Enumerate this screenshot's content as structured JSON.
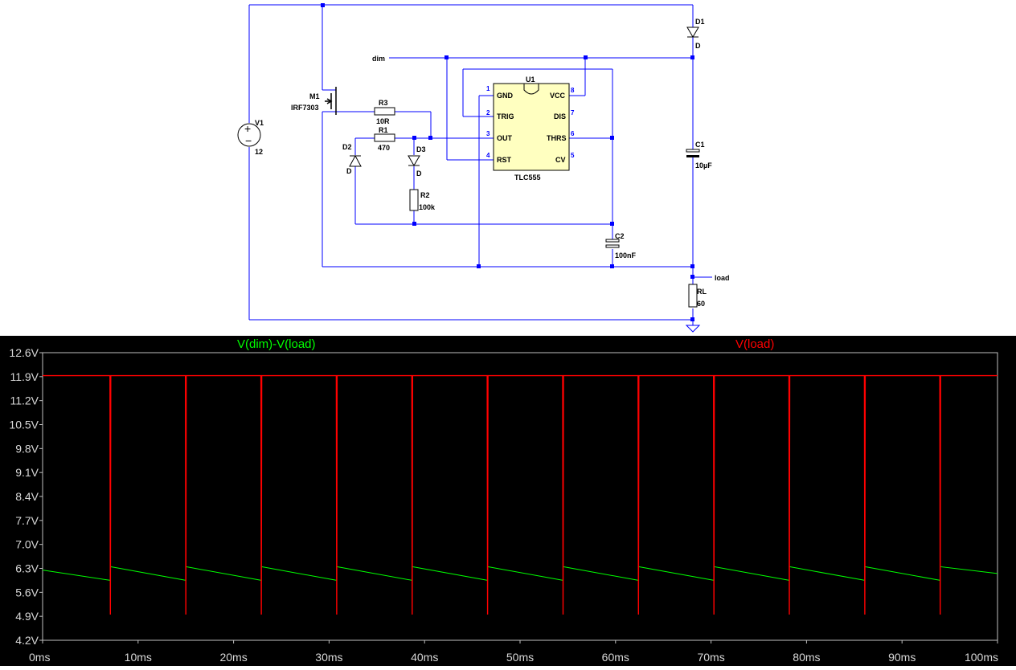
{
  "schematic": {
    "components": {
      "v1": {
        "name": "V1",
        "value": "12"
      },
      "m1": {
        "name": "M1",
        "value": "IRF7303"
      },
      "r3": {
        "name": "R3",
        "value": "10R"
      },
      "r1": {
        "name": "R1",
        "value": "470"
      },
      "r2": {
        "name": "R2",
        "value": "100k"
      },
      "d1": {
        "name": "D1",
        "value": "D"
      },
      "d2": {
        "name": "D2",
        "value": "D"
      },
      "d3": {
        "name": "D3",
        "value": "D"
      },
      "c1": {
        "name": "C1",
        "value": "10µF"
      },
      "c2": {
        "name": "C2",
        "value": "100nF"
      },
      "rl": {
        "name": "RL",
        "value": "60"
      },
      "u1": {
        "name": "U1",
        "part": "TLC555",
        "left_pins": [
          {
            "num": "1",
            "label": "GND"
          },
          {
            "num": "2",
            "label": "TRIG"
          },
          {
            "num": "3",
            "label": "OUT"
          },
          {
            "num": "4",
            "label": "RST"
          }
        ],
        "right_pins": [
          {
            "num": "8",
            "label": "VCC"
          },
          {
            "num": "7",
            "label": "DIS"
          },
          {
            "num": "6",
            "label": "THRS"
          },
          {
            "num": "5",
            "label": "CV"
          }
        ]
      }
    },
    "nets": {
      "dim": "dim",
      "load": "load"
    },
    "colors": {
      "wire": "#0000ff",
      "ic_fill": "#ffffc0",
      "junction": "#0000ff"
    }
  },
  "chart_data": {
    "type": "line",
    "xlabel": "",
    "ylabel": "",
    "xlim": [
      0,
      100
    ],
    "ylim": [
      4.2,
      12.6
    ],
    "x_ticks": [
      "0ms",
      "10ms",
      "20ms",
      "30ms",
      "40ms",
      "50ms",
      "60ms",
      "70ms",
      "80ms",
      "90ms",
      "100ms"
    ],
    "y_ticks": [
      "12.6V",
      "11.9V",
      "11.2V",
      "10.5V",
      "9.8V",
      "9.1V",
      "8.4V",
      "7.7V",
      "7.0V",
      "6.3V",
      "5.6V",
      "4.9V",
      "4.2V"
    ],
    "background": "#000000",
    "series": [
      {
        "name": "V(dim)-V(load)",
        "color": "#00ff00",
        "x": [
          0,
          7.1,
          7.1,
          15.0,
          15.0,
          22.9,
          22.9,
          30.8,
          30.8,
          38.7,
          38.7,
          46.6,
          46.6,
          54.5,
          54.5,
          62.4,
          62.4,
          70.3,
          70.3,
          78.2,
          78.2,
          86.1,
          86.1,
          94.0,
          94.0,
          100
        ],
        "y": [
          6.25,
          5.95,
          6.35,
          5.95,
          6.35,
          5.95,
          6.35,
          5.95,
          6.35,
          5.95,
          6.35,
          5.95,
          6.35,
          5.95,
          6.35,
          5.95,
          6.35,
          5.95,
          6.35,
          5.95,
          6.35,
          5.95,
          6.35,
          5.95,
          6.35,
          6.15
        ]
      },
      {
        "name": "V(load)",
        "color": "#ff0000",
        "baseline": 11.93,
        "spike_low": 4.95,
        "spike_times": [
          7.1,
          15.0,
          22.9,
          30.8,
          38.7,
          46.6,
          54.5,
          62.4,
          70.3,
          78.2,
          86.1,
          94.0
        ]
      }
    ]
  }
}
